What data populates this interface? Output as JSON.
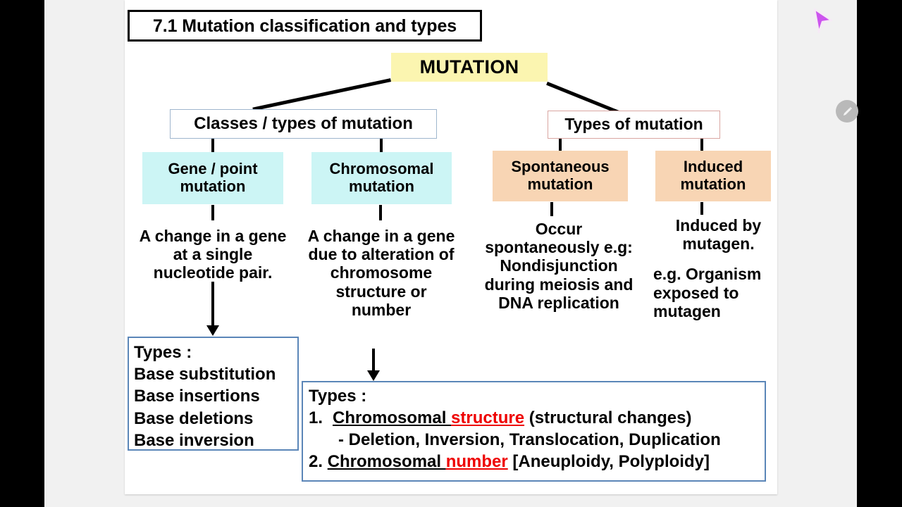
{
  "window": {
    "background_color": "#000000",
    "viewer_background": "#f1f1f1",
    "slide_background": "#ffffff"
  },
  "chrome": {
    "edit_fab": {
      "icon": "pencil-icon",
      "color": "#b9b9b9"
    },
    "cursor": {
      "icon": "mouse-pointer-icon",
      "color": "#cc55ee"
    }
  },
  "slide": {
    "title": "7.1 Mutation classification and types",
    "root": {
      "label": "MUTATION",
      "color": "#fbf5b0"
    },
    "branches": [
      {
        "label": "Classes / types of mutation",
        "border_color": "#9fb6cd",
        "children": [
          {
            "label": "Gene / point mutation",
            "color": "#ccf5f5",
            "description": "A change in a gene at a single nucleotide pair."
          },
          {
            "label": "Chromosomal mutation",
            "color": "#ccf5f5",
            "description": "A change in a gene due to alteration of chromosome structure or number"
          }
        ]
      },
      {
        "label": "Types of mutation",
        "border_color": "#d9a6a2",
        "children": [
          {
            "label": "Spontaneous mutation",
            "color": "#f8d5b4",
            "description": "Occur spontaneously e.g: Nondisjunction during meiosis and DNA replication"
          },
          {
            "label": "Induced mutation",
            "color": "#f8d5b4",
            "description_line1": "Induced by mutagen.",
            "description_line2": "e.g. Organism exposed to mutagen"
          }
        ]
      }
    ],
    "types_left": {
      "heading": "Types :",
      "items": [
        "Base substitution",
        "Base insertions",
        "Base deletions",
        "Base inversion"
      ],
      "border_color": "#5b86b8"
    },
    "types_right": {
      "heading": "Types :",
      "border_color": "#5b86b8",
      "highlight_color": "#ee0000",
      "item1_number": "1.",
      "item1_text_a": "Chromosomal ",
      "item1_text_b": "structure",
      "item1_text_c": " (structural changes)",
      "item1_sub": "- Deletion, Inversion, Translocation, Duplication",
      "item2_number": "2.",
      "item2_text_a": "Chromosomal ",
      "item2_text_b": "number",
      "item2_text_c": " [Aneuploidy, Polyploidy]"
    }
  }
}
